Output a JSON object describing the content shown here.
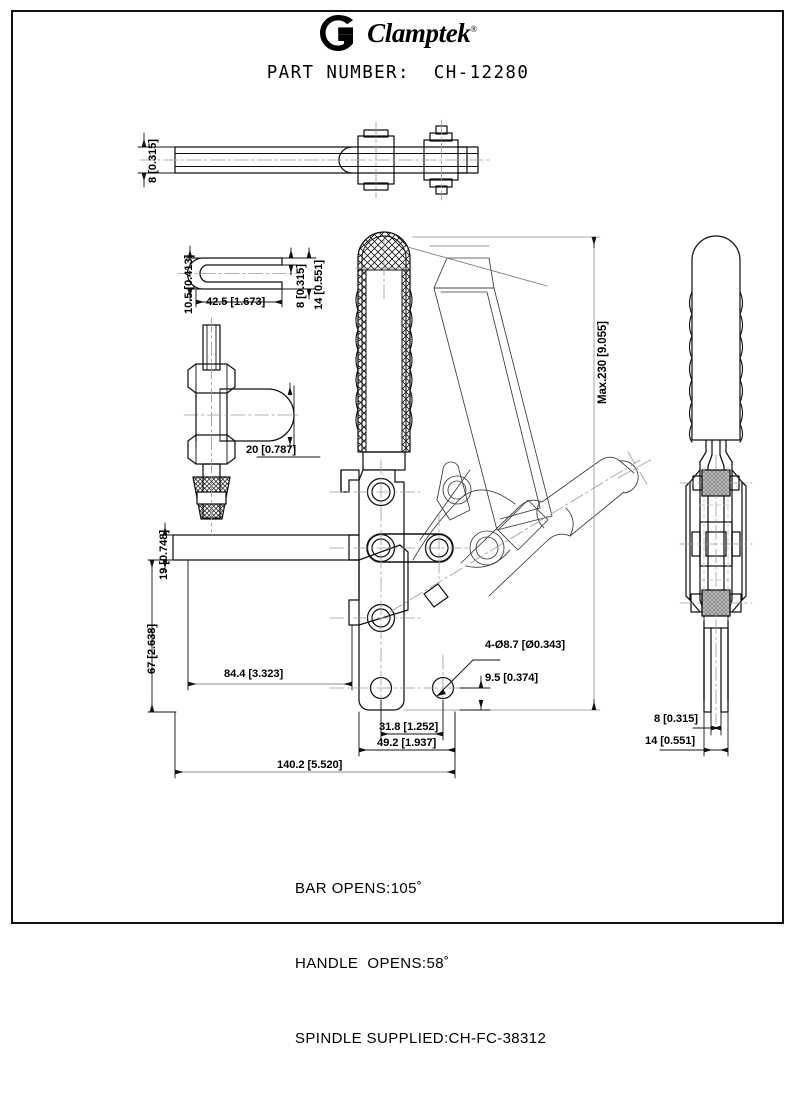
{
  "document": {
    "type": "engineering-drawing",
    "sheet_width": 796,
    "sheet_height": 940,
    "background": "#ffffff",
    "line_color": "#111111"
  },
  "header": {
    "logo_icon": "clamptek-logo-icon",
    "brand": "Clamptek",
    "registered_mark": "®",
    "part_number_label": "PART NUMBER:  CH-12280"
  },
  "views": {
    "top_view": {
      "name": "top-view-bar",
      "label": ""
    },
    "bar_detail_view": {
      "name": "u-bar-detail-view",
      "label": ""
    },
    "spindle_detail_view": {
      "name": "spindle-detail-view",
      "label": ""
    },
    "front_view": {
      "name": "front-view-clamp",
      "label": ""
    },
    "side_view": {
      "name": "side-view-clamp",
      "label": ""
    }
  },
  "dimensions": {
    "top_bar_thickness": "8 [0.315]",
    "bar_radius_height": "10.5 [0.413]",
    "bar_length": "42.5 [1.673]",
    "bar_width_8": "8 [0.315]",
    "bar_width_14": "14 [0.551]",
    "spindle_reach": "20 [0.787]",
    "max_height": "Max.230 [9.055]",
    "base_to_bar": "19 [0.748]",
    "body_height": "67 [2.638]",
    "bar_projection": "84.4 [3.323]",
    "hole_callout": "4-Ø8.7 [Ø0.343]",
    "hole_edge_distance": "9.5 [0.374]",
    "hole_spacing_x": "31.8 [1.252]",
    "base_width": "49.2 [1.937]",
    "overall_length": "140.2 [5.520]",
    "side_thickness_8": "8 [0.315]",
    "side_thickness_14": "14 [0.551]"
  },
  "notes": [
    "BAR OPENS:105˚",
    "HANDLE  OPENS:58˚",
    "SPINDLE SUPPLIED:CH-FC-38312"
  ]
}
